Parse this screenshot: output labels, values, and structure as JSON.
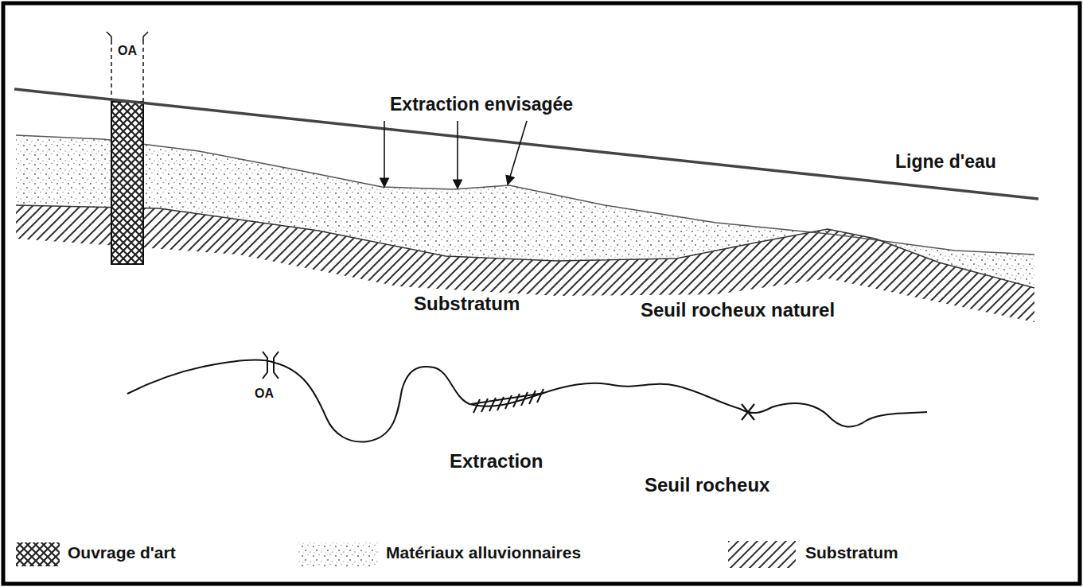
{
  "diagram": {
    "labels": [
      "OA",
      "Extraction envisagée",
      "Ligne d'eau",
      "Substratum",
      "Seuil rocheux naturel",
      "OA",
      "Extraction",
      "Seuil rocheux"
    ],
    "legend": [
      {
        "text": "Ouvrage d'art"
      },
      {
        "text": "Matériaux alluvionnaires"
      },
      {
        "text": "Substratum"
      }
    ]
  }
}
